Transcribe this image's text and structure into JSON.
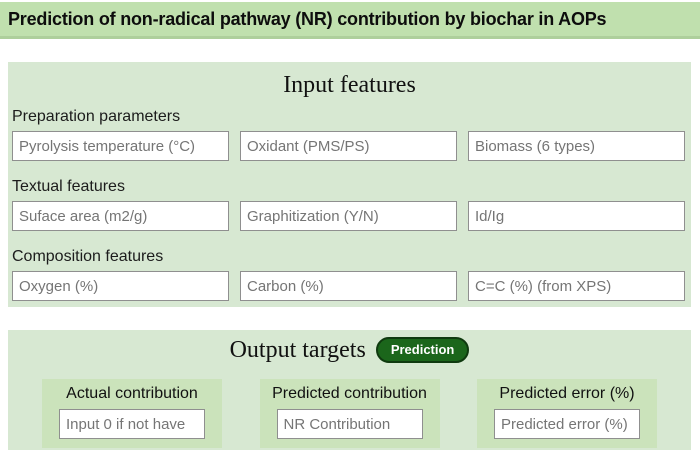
{
  "title": "Prediction of non-radical pathway (NR) contribution by biochar in AOPs",
  "colors": {
    "title_bar_bg": "#c0e0ae",
    "section_bg": "#d7e8d2",
    "target_panel_bg": "#cbe3bb",
    "button_bg": "#1b661b",
    "button_border": "#0f3a0f",
    "input_border": "#8f8f8f",
    "placeholder_text": "#757575"
  },
  "input_section": {
    "heading": "Input features",
    "groups": [
      {
        "label": "Preparation parameters",
        "fields": [
          "Pyrolysis temperature (°C)",
          "Oxidant (PMS/PS)",
          "Biomass (6 types)"
        ]
      },
      {
        "label": "Textual features",
        "fields": [
          "Suface area (m2/g)",
          "Graphitization (Y/N)",
          "Id/Ig"
        ]
      },
      {
        "label": "Composition features",
        "fields": [
          "Oxygen (%)",
          "Carbon (%)",
          "C=C (%) (from XPS)"
        ]
      }
    ]
  },
  "output_section": {
    "heading": "Output targets",
    "button_label": "Prediction",
    "targets": [
      {
        "label": "Actual contribution",
        "placeholder": "Input 0 if not have"
      },
      {
        "label": "Predicted contribution",
        "placeholder": "NR Contribution"
      },
      {
        "label": "Predicted error (%)",
        "placeholder": "Predicted error (%)"
      }
    ]
  }
}
